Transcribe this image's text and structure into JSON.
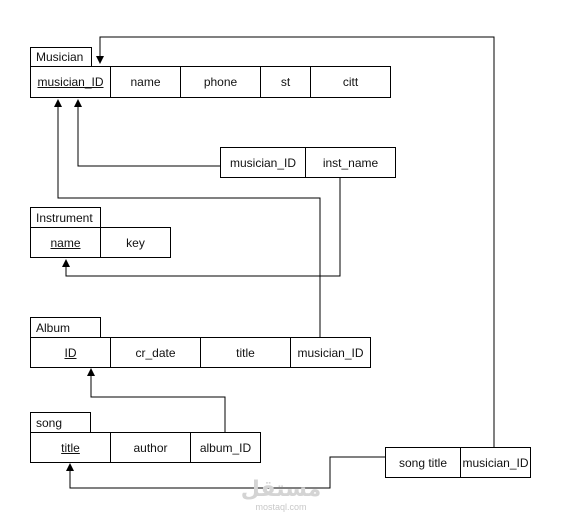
{
  "tables": {
    "musician": {
      "name": "Musician",
      "fields": [
        "musician_ID",
        "name",
        "phone",
        "st",
        "citt"
      ]
    },
    "plays": {
      "fields": [
        "musician_ID",
        "inst_name"
      ]
    },
    "instrument": {
      "name": "Instrument",
      "fields": [
        "name",
        "key"
      ]
    },
    "album": {
      "name": "Album",
      "fields": [
        "ID",
        "cr_date",
        "title",
        "musician_ID"
      ]
    },
    "song": {
      "name": "song",
      "fields": [
        "title",
        "author",
        "album_ID"
      ]
    },
    "performs": {
      "fields": [
        "song title",
        "musician_ID"
      ]
    }
  },
  "watermark": {
    "logo": "مستقل",
    "url": "mostaql.com"
  },
  "colors": {
    "line": "#000000",
    "background": "#ffffff",
    "watermark": "#d4d4d4"
  }
}
